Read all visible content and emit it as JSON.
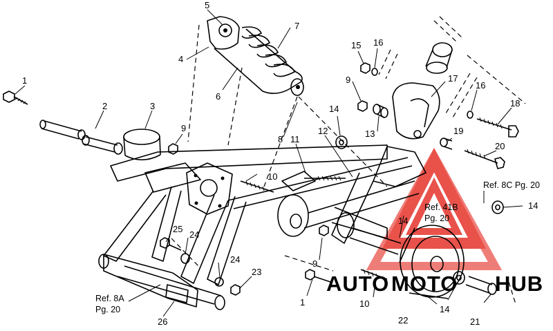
{
  "callouts": {
    "c1a": "1",
    "c1b": "1",
    "c2": "2",
    "c3": "3",
    "c4": "4",
    "c5": "5",
    "c6": "6",
    "c7": "7",
    "c8": "8",
    "c9a": "9",
    "c9b": "9",
    "c9c": "9",
    "c10a": "10",
    "c10b": "10",
    "c11": "11",
    "c12": "12",
    "c13": "13",
    "c14a": "14",
    "c14b": "14",
    "c14c": "14",
    "c14d": "14",
    "c15": "15",
    "c16a": "16",
    "c16b": "16",
    "c17": "17",
    "c18": "18",
    "c19": "19",
    "c20": "20",
    "c21": "21",
    "c22": "22",
    "c23": "23",
    "c24a": "24",
    "c24b": "24",
    "c25": "25",
    "c26": "26"
  },
  "references": {
    "ref_8a": "Ref. 8A",
    "ref_8a_page": "Pg. 20",
    "ref_8c": "Ref. 8C Pg. 20",
    "ref_41b": "Ref. 41B",
    "ref_41b_page": "Pg. 20"
  },
  "watermark": {
    "text_left": "AUTO",
    "text_mid": "MOTO",
    "text_right": "HUB",
    "color": "#e5342b",
    "accent_color": "#f4b41a"
  }
}
